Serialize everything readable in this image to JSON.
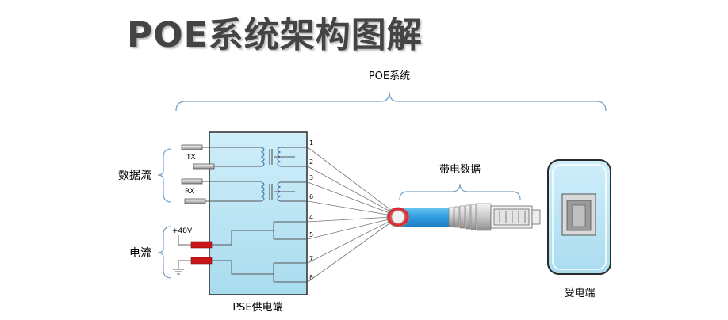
{
  "title": "POE系统架构图解",
  "system_label": "POE系统",
  "cable_label": "带电数据",
  "data_stream_label": "数据流",
  "current_label": "电流",
  "pse_label": "PSE供电端",
  "pd_label": "受电端",
  "tx_label": "TX",
  "rx_label": "RX",
  "voltage_label": "+48V",
  "pin_labels": [
    "1",
    "2",
    "3",
    "6",
    "4",
    "5",
    "7",
    "8"
  ],
  "colors": {
    "box_fill": "#bfe6f4",
    "box_stroke": "#2a2a2a",
    "cable": "#35a7e6",
    "red_pin": "#c9141a",
    "coil": "#3a6ea5"
  }
}
